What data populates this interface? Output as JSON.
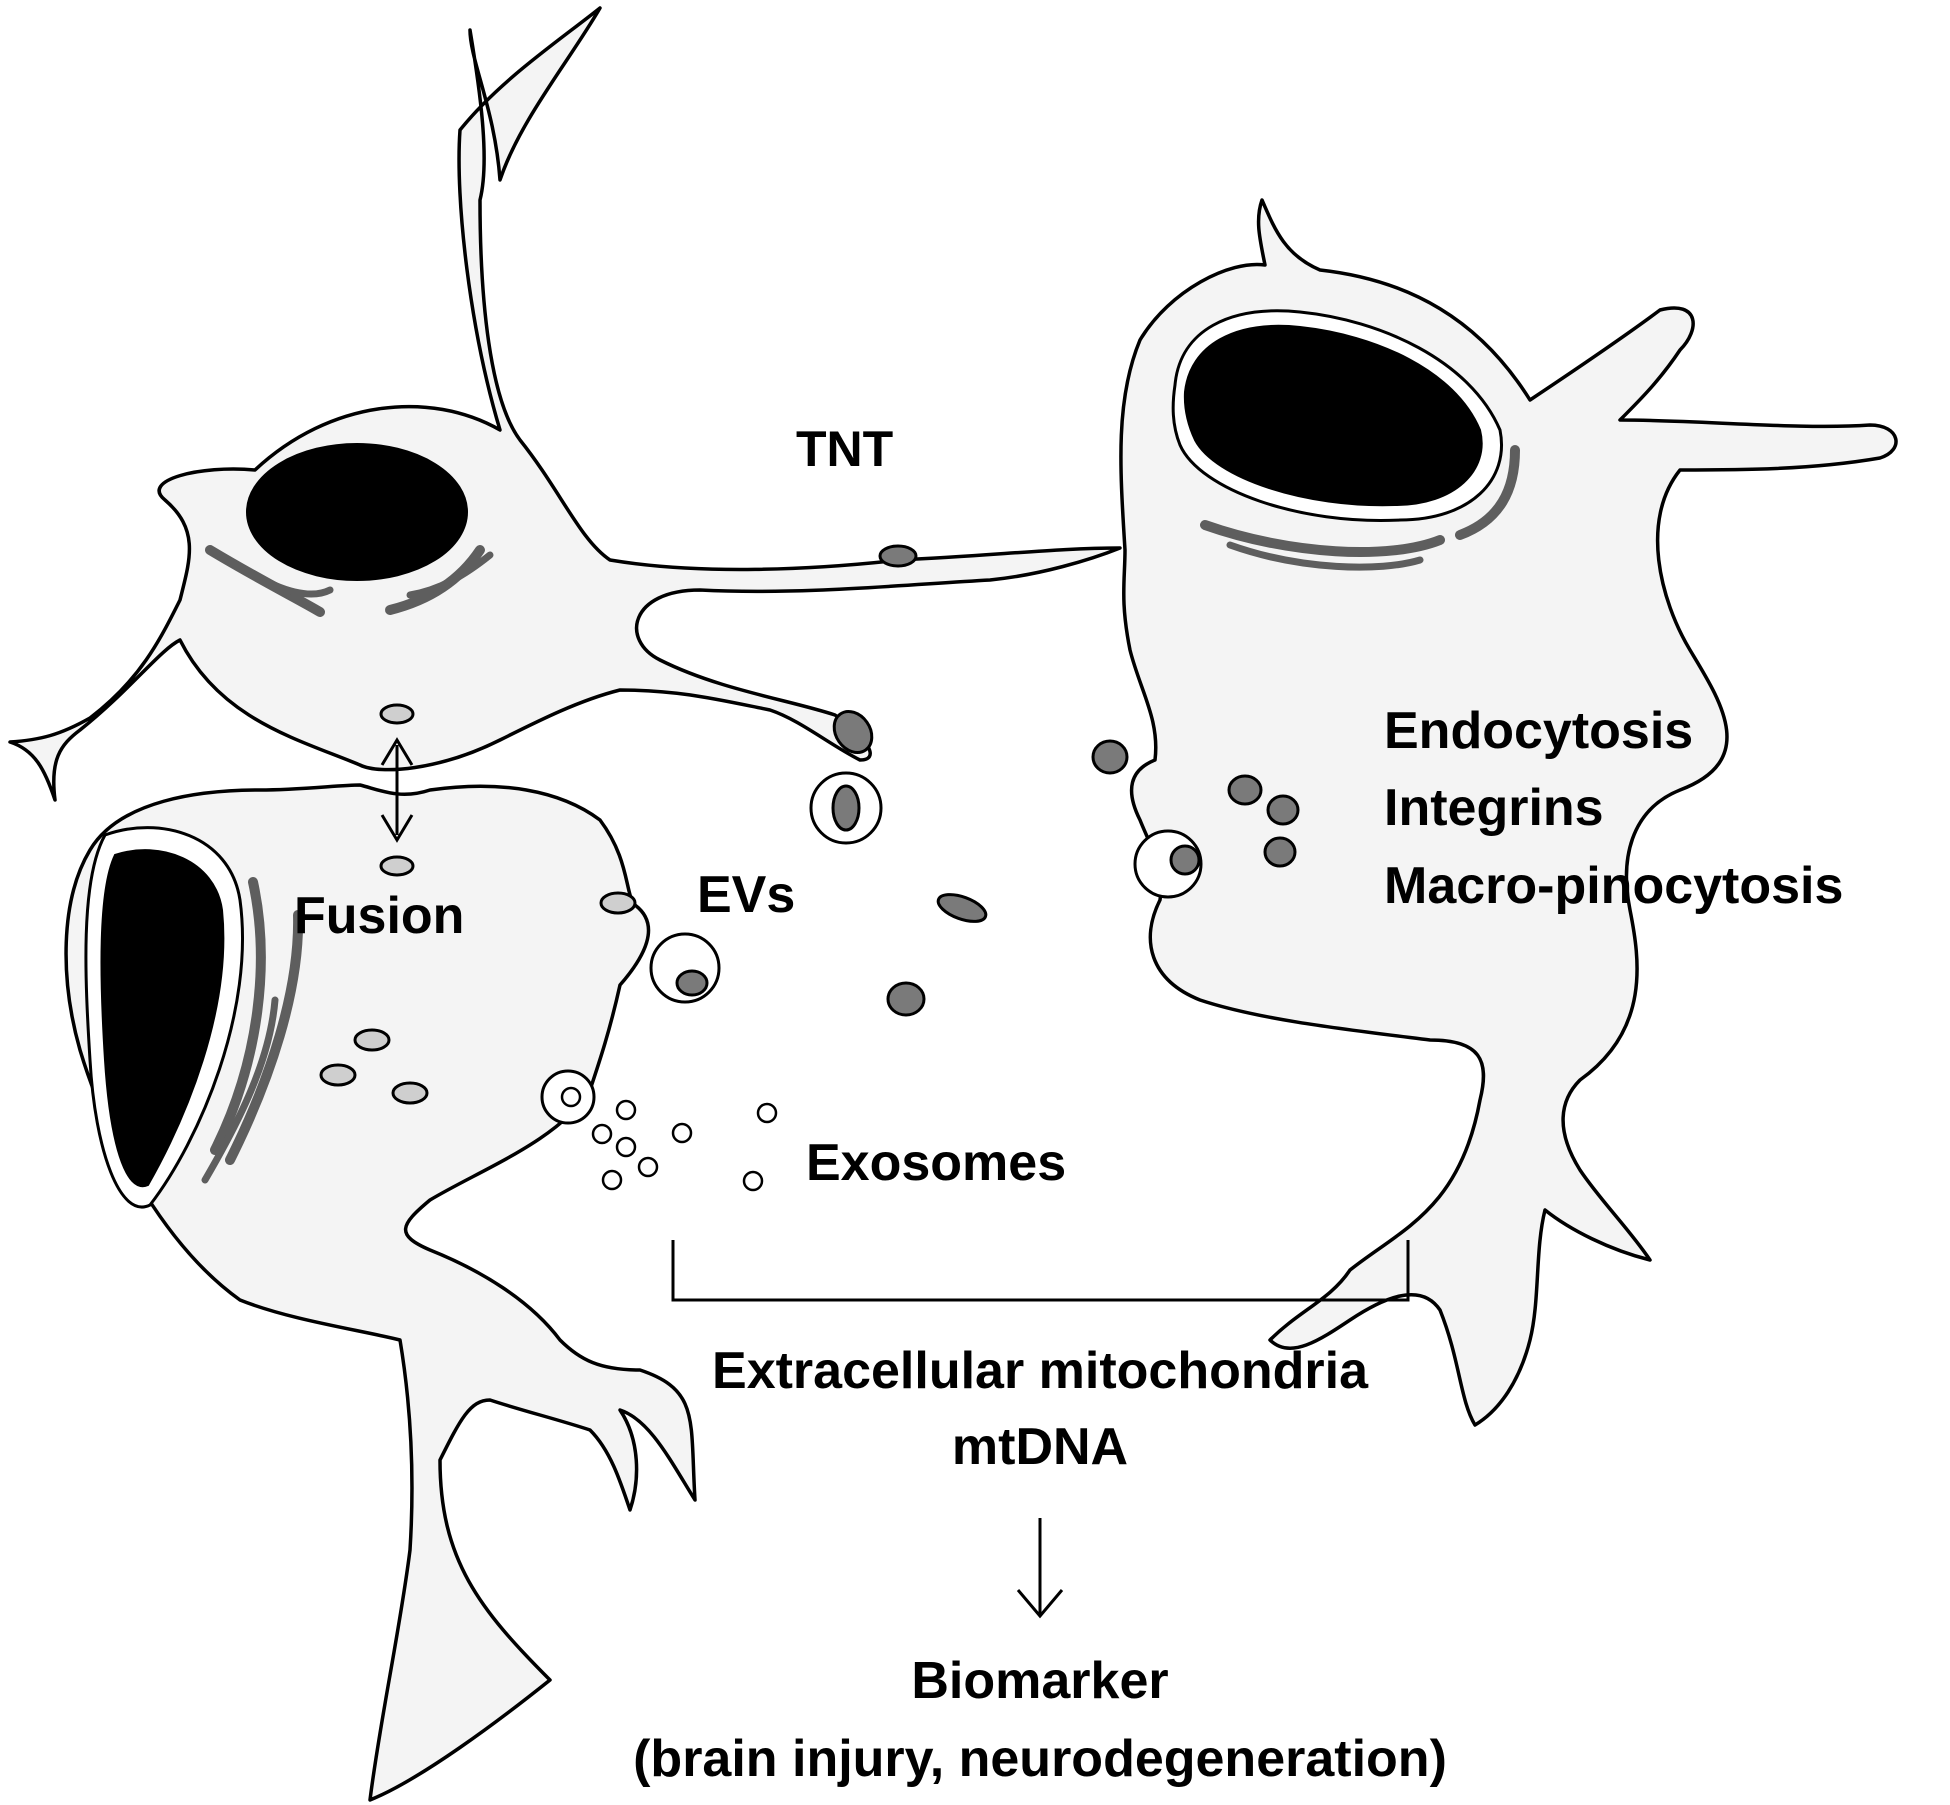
{
  "labels": {
    "tnt": "TNT",
    "fusion": "Fusion",
    "evs": "EVs",
    "exosomes": "Exosomes",
    "endocytosis": "Endocytosis",
    "integrins": "Integrins",
    "macropinocytosis": "Macro-pinocytosis",
    "extracellular": "Extracellular mitochondria",
    "mtdna": "mtDNA",
    "biomarker": "Biomarker",
    "biomarker_sub": "(brain injury, neurodegeneration)"
  },
  "colors": {
    "cell_fill": "#f4f4f4",
    "nucleus": "#000000",
    "er": "#5e5e5e",
    "mito_light": "#cfcfcf",
    "mito_dark": "#7a7a7a",
    "outline": "#000000"
  }
}
